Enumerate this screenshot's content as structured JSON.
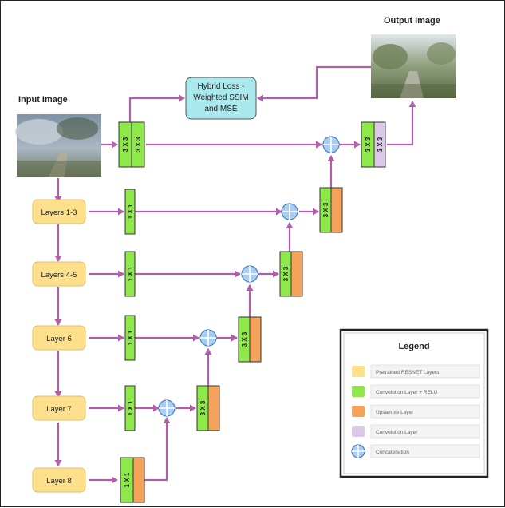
{
  "titles": {
    "input_image": "Input Image",
    "output_image": "Output Image"
  },
  "loss_box": {
    "line1": "Hybrid Loss -",
    "line2": "Weighted SSIM",
    "line3": "and MSE"
  },
  "encoder_layers": [
    "Layers 1-3",
    "Layers 4-5",
    "Layer 6",
    "Layer 7",
    "Layer 8"
  ],
  "conv_labels": {
    "top_3x3_a": "3 X 3",
    "top_3x3_b": "3 X 3",
    "one_by_one": "1 X 1",
    "three_by_three": "3 X 3",
    "final_a": "3 X 3",
    "final_b": "3 X 3"
  },
  "legend": {
    "title": "Legend",
    "items": [
      {
        "label": "Pretrained RESNET Layers",
        "color": "#fce08c",
        "shape": "rect"
      },
      {
        "label": "Convolution Layer + RELU",
        "color": "#8ee84a",
        "shape": "rect"
      },
      {
        "label": "Upsample Layer",
        "color": "#f5a35a",
        "shape": "rect"
      },
      {
        "label": "Convolution Layer",
        "color": "#dcc9e8",
        "shape": "rect"
      },
      {
        "label": "Concatenation",
        "color": "#a9cdf0",
        "shape": "circle"
      }
    ]
  },
  "colors": {
    "arrow": "#b060a8",
    "encoder_fill": "#fce08c",
    "conv_relu": "#8ee84a",
    "upsample": "#f5a35a",
    "conv": "#dcc9e8",
    "concat": "#a9cdf0",
    "loss_fill": "#a9e8ec"
  }
}
